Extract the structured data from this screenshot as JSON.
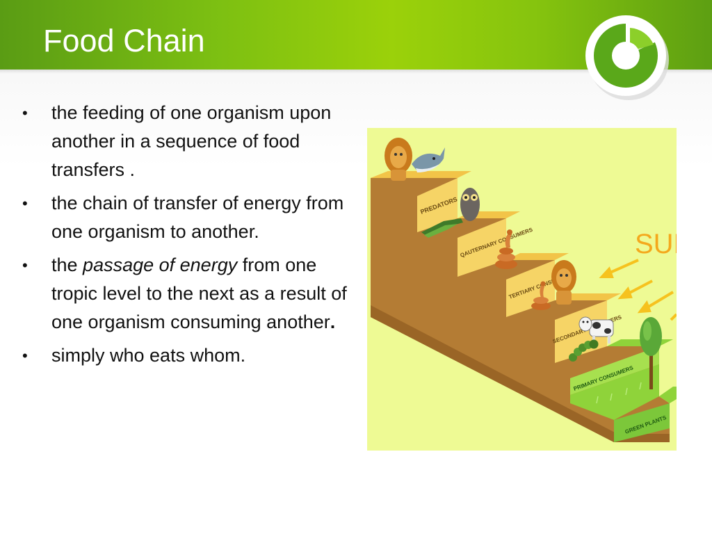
{
  "slide": {
    "title": "Food Chain",
    "bullets": [
      {
        "parts": [
          "the feeding of one organism upon another in a sequence of food transfers ."
        ]
      },
      {
        "parts": [
          "the chain of transfer of energy from one organism to another."
        ]
      },
      {
        "pre": "the ",
        "em": "passage of energy",
        "mid": " from one tropic level to the next as a result of one organism consuming another",
        "bold": "."
      },
      {
        "parts": [
          "simply who eats whom."
        ]
      }
    ]
  },
  "figure": {
    "sun_label": "SUN",
    "steps": [
      {
        "label": "PREDATORS"
      },
      {
        "label": "QAUTERNARY CONSUMERS"
      },
      {
        "label": "TERTIARY CONSUMERS"
      },
      {
        "label": "SECONDARY CONSUMERS"
      },
      {
        "label": "PRIMARY CONSUMERS"
      },
      {
        "label": "GREEN PLANTS"
      }
    ],
    "animals": [
      "lion-icon",
      "shark-icon",
      "owl-icon",
      "crocodile-icon",
      "snake-icon",
      "lion-icon",
      "snake-icon",
      "cow-icon",
      "caterpillar-icon",
      "tree-icon"
    ]
  },
  "colors": {
    "title_bar": "#7cbf12",
    "figure_bg": "#eefa94",
    "stair_side": "#b07a30",
    "stair_top": "#f0c040",
    "grass": "#8fd33a"
  }
}
